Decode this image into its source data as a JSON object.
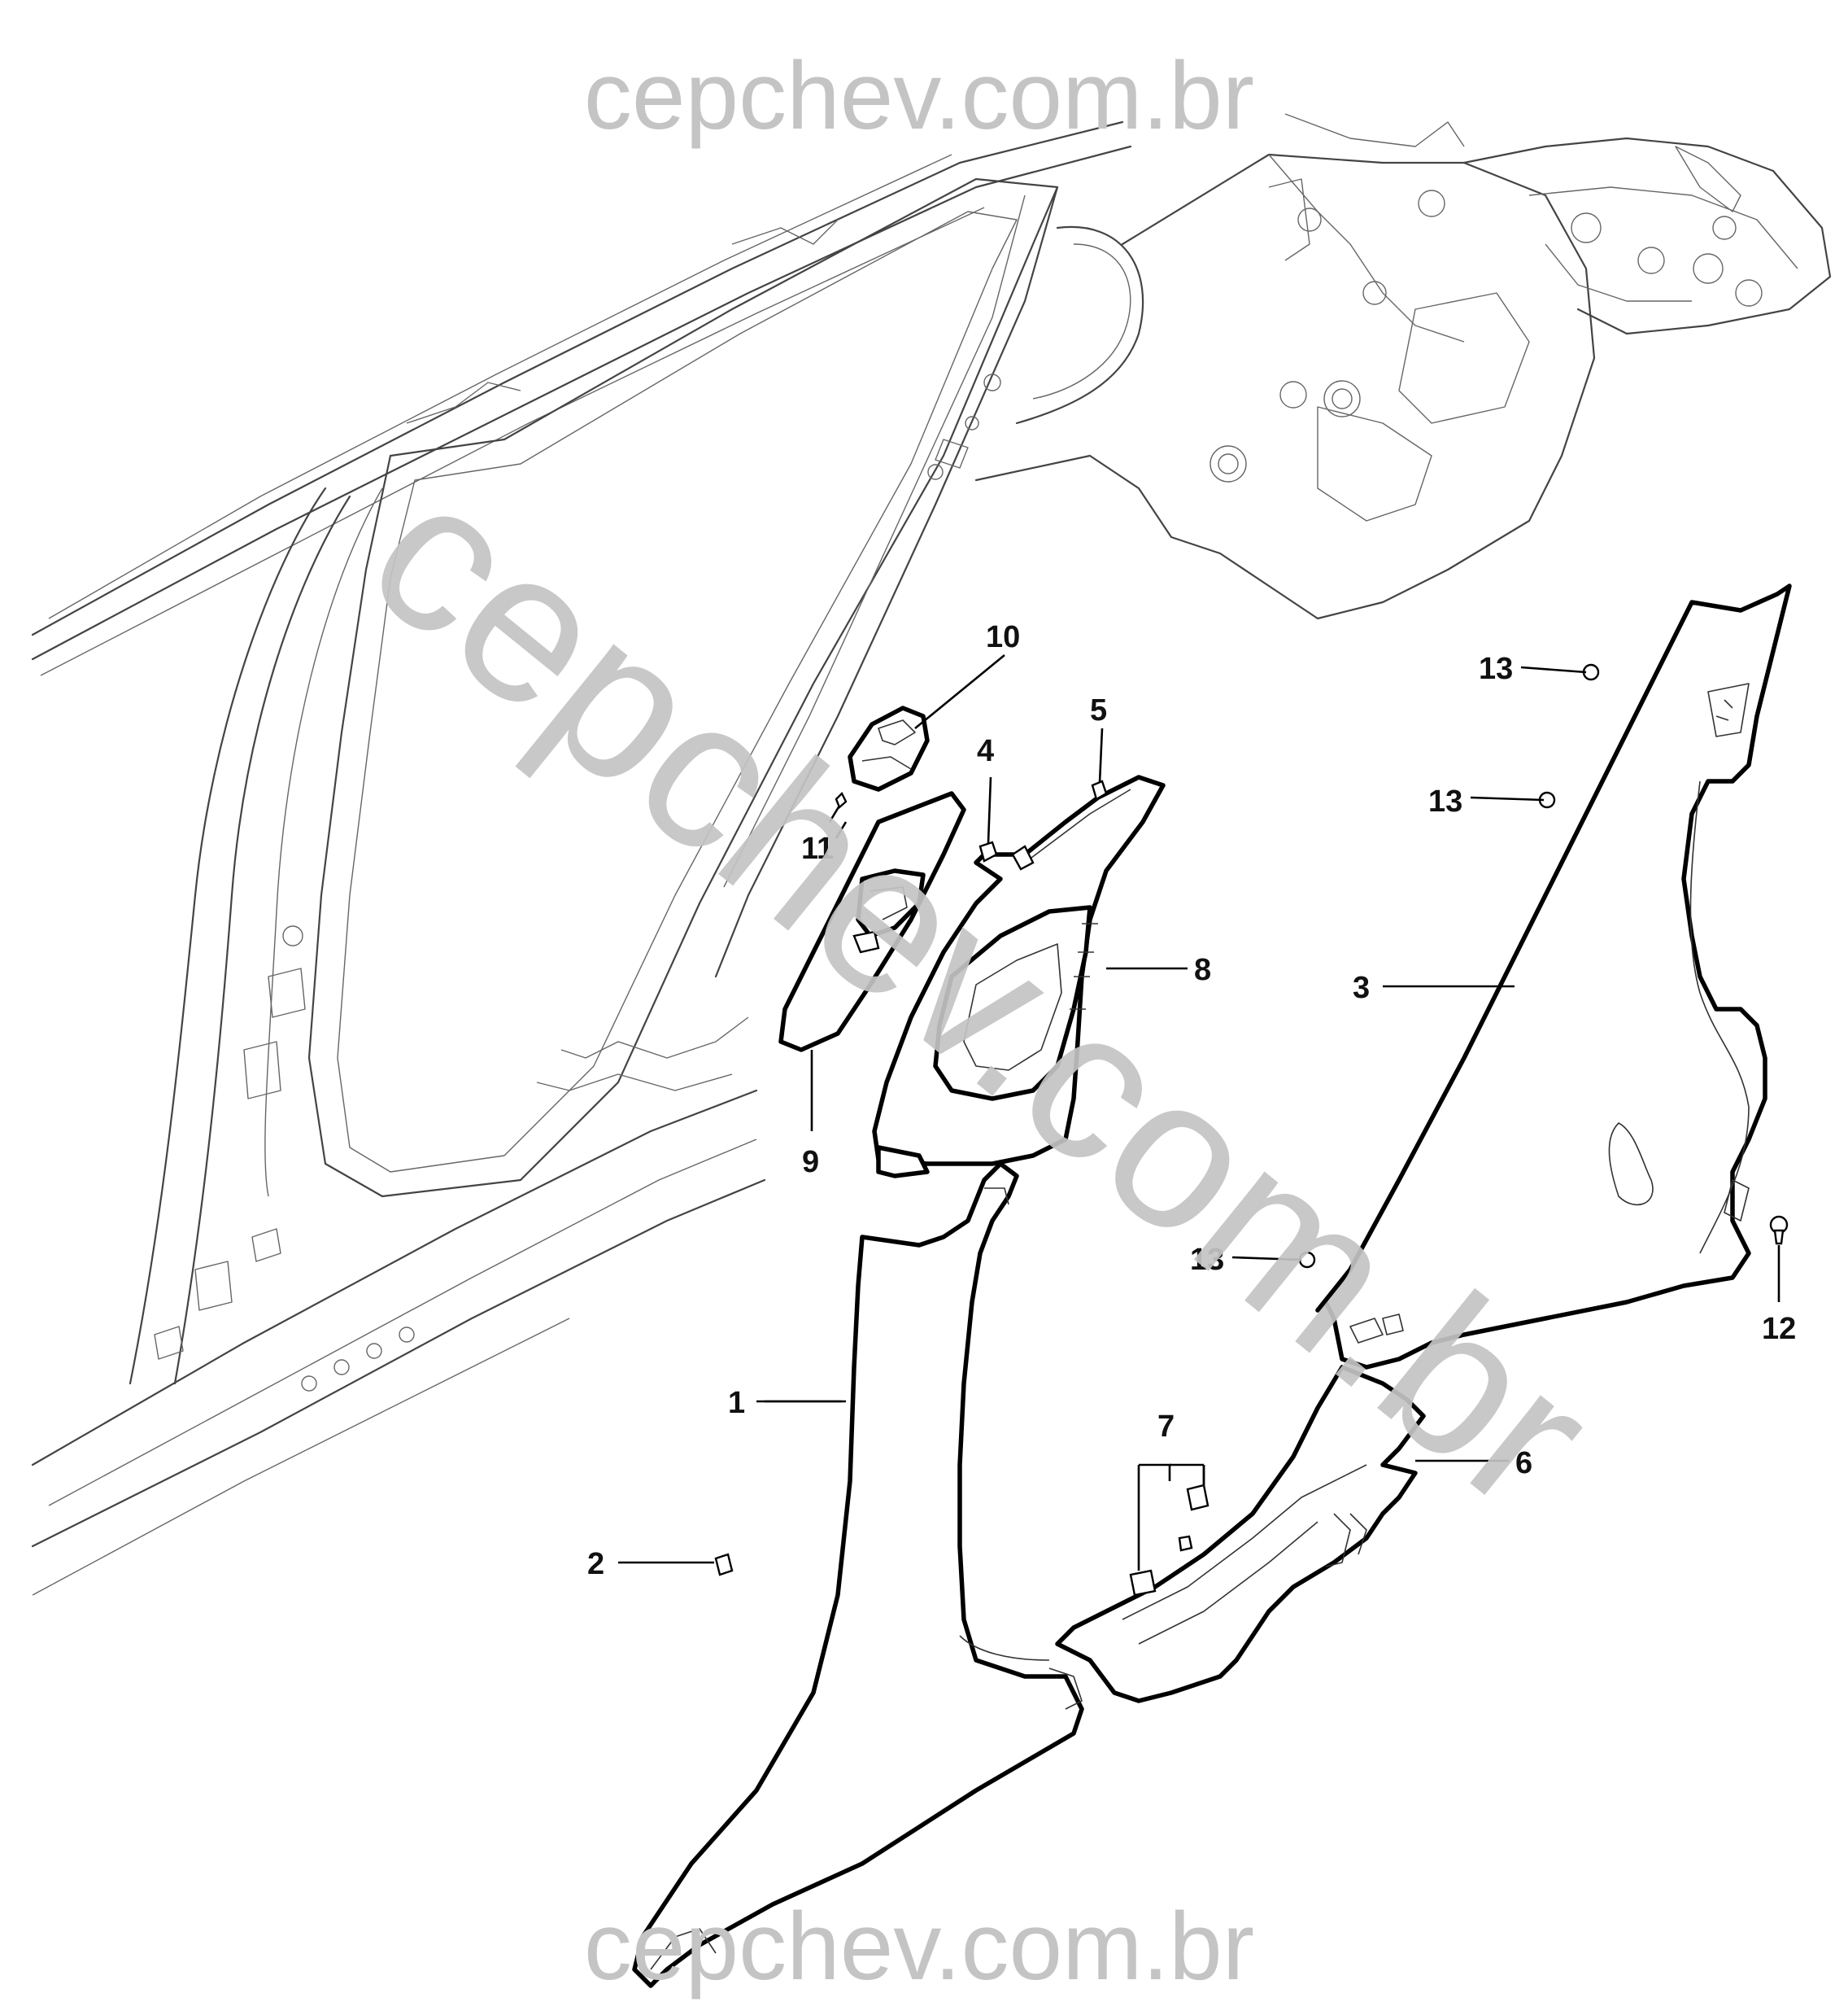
{
  "watermark": {
    "top": "cepchev.com.br",
    "bottom": "cepchev.com.br",
    "diagonal": "cepchev.com.br",
    "color": "#c4c4c4"
  },
  "callouts": {
    "c1": "1",
    "c2": "2",
    "c3": "3",
    "c4": "4",
    "c5": "5",
    "c6": "6",
    "c7": "7",
    "c8": "8",
    "c9": "9",
    "c10": "10",
    "c11": "11",
    "c12": "12",
    "c13a": "13",
    "c13b": "13",
    "c13c": "13"
  }
}
